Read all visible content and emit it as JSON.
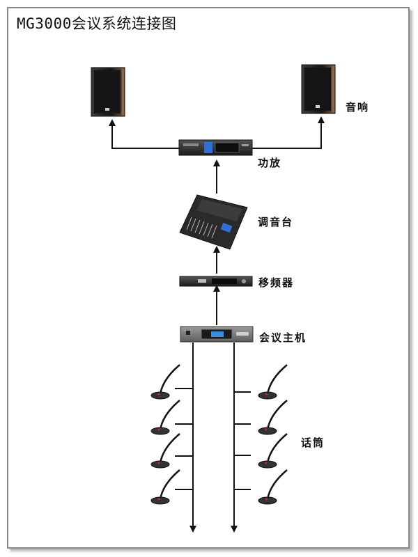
{
  "title": "MG3000会议系统连接图",
  "labels": {
    "speaker": "音响",
    "amplifier": "功放",
    "mixer": "调音台",
    "frequency_shifter": "移频器",
    "host": "会议主机",
    "microphone": "话筒"
  },
  "colors": {
    "line": "#111111",
    "device_dark": "#1f1f1f",
    "device_accent": "#2f6fd6",
    "mic_led": "#d22222"
  },
  "icons": {
    "speaker": "speaker-icon",
    "amplifier": "amplifier-icon",
    "mixer": "mixer-icon",
    "frequency_shifter": "frequency-shifter-icon",
    "host": "conference-host-icon",
    "microphone": "gooseneck-microphone-icon"
  },
  "microphones": {
    "left_count": 4,
    "right_count": 4
  }
}
